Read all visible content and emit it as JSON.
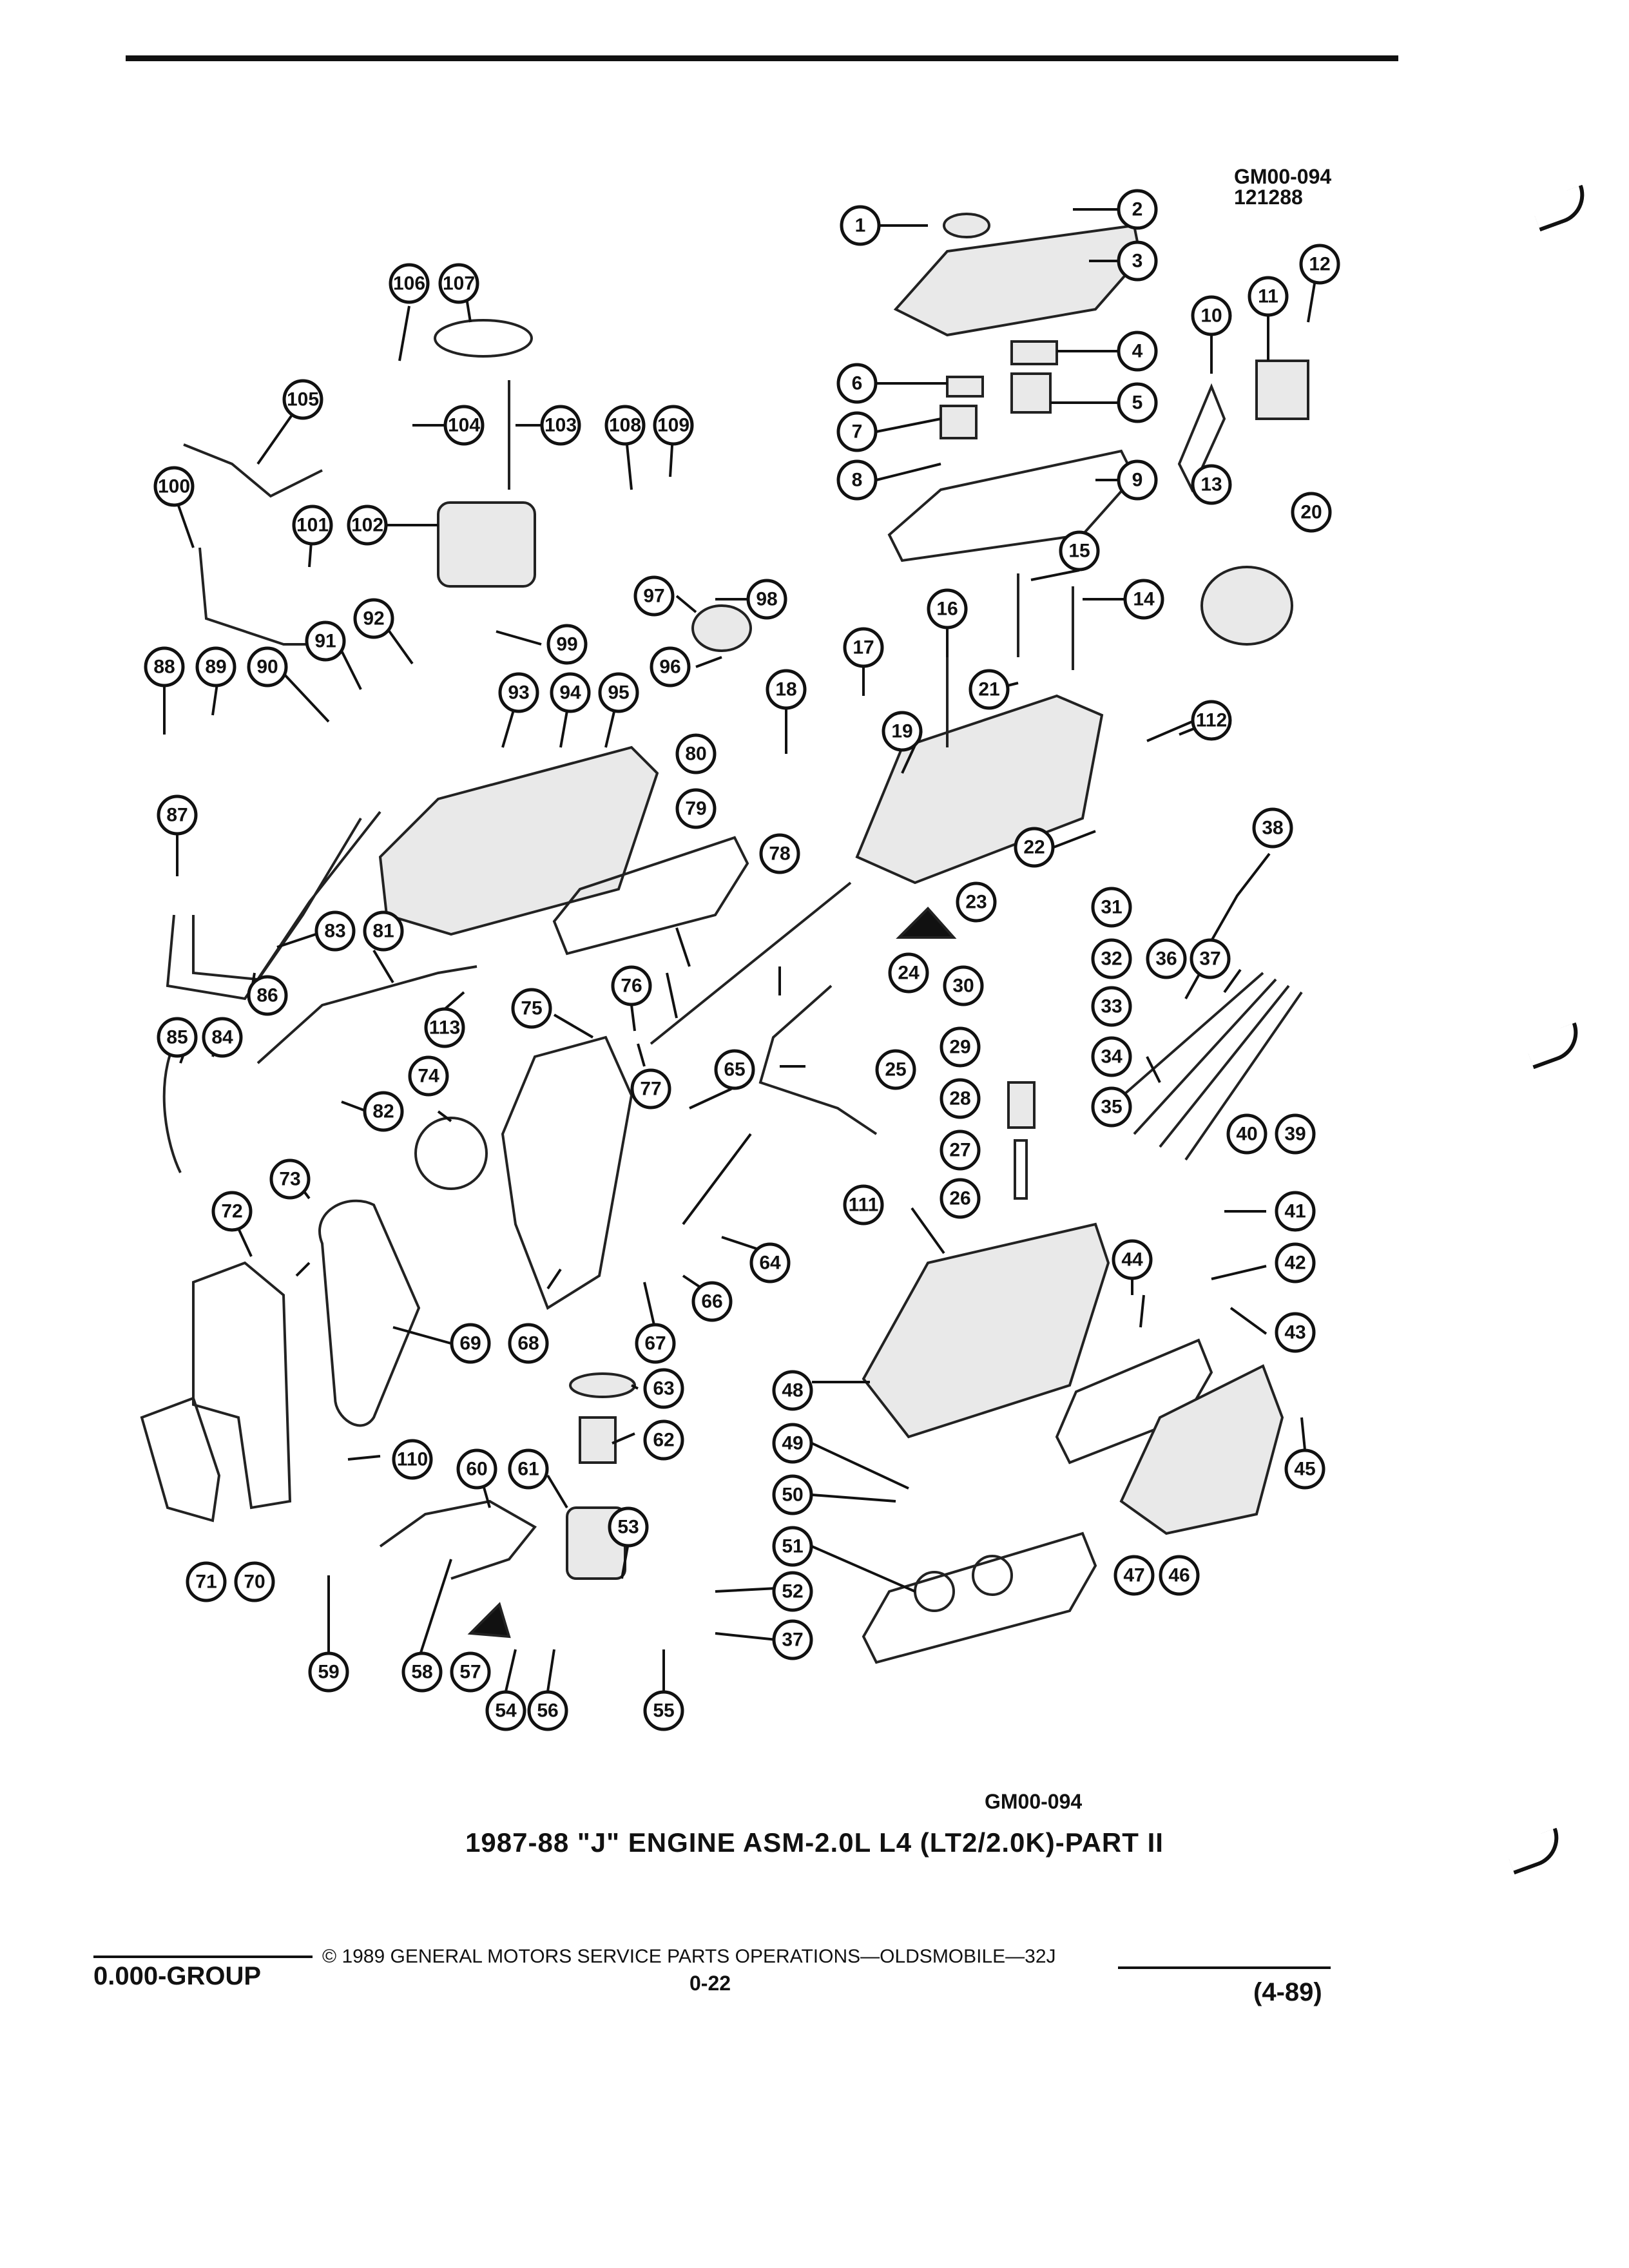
{
  "header": {
    "code": "GM00-094",
    "date_code": "121288"
  },
  "diagram_code": "GM00-094",
  "title": "1987-88 \"J\" ENGINE ASM-2.0L L4 (LT2/2.0K)-PART II",
  "footer": {
    "group": "0.000-GROUP",
    "copyright": "© 1989 GENERAL MOTORS SERVICE PARTS OPERATIONS—OLDSMOBILE—32J",
    "page": "0-22",
    "date": "(4-89)"
  },
  "callouts": [
    "1",
    "2",
    "3",
    "4",
    "5",
    "6",
    "7",
    "8",
    "9",
    "10",
    "11",
    "12",
    "13",
    "14",
    "15",
    "16",
    "17",
    "18",
    "19",
    "20",
    "21",
    "22",
    "23",
    "24",
    "25",
    "26",
    "27",
    "28",
    "29",
    "30",
    "31",
    "32",
    "33",
    "34",
    "35",
    "36",
    "37",
    "38",
    "39",
    "40",
    "41",
    "42",
    "43",
    "44",
    "45",
    "46",
    "47",
    "48",
    "49",
    "50",
    "51",
    "52",
    "53",
    "54",
    "55",
    "56",
    "57",
    "58",
    "59",
    "60",
    "61",
    "62",
    "63",
    "64",
    "65",
    "66",
    "67",
    "68",
    "69",
    "70",
    "71",
    "72",
    "73",
    "74",
    "75",
    "76",
    "77",
    "78",
    "79",
    "80",
    "81",
    "82",
    "83",
    "84",
    "85",
    "86",
    "87",
    "88",
    "89",
    "90",
    "91",
    "92",
    "93",
    "94",
    "95",
    "96",
    "97",
    "98",
    "99",
    "100",
    "101",
    "102",
    "103",
    "104",
    "105",
    "106",
    "107",
    "108",
    "109",
    "110",
    "111",
    "112",
    "113",
    "37"
  ]
}
